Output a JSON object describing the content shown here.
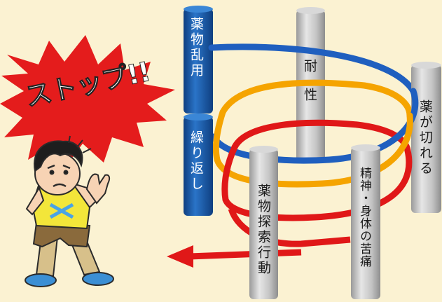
{
  "stop_label": "ストップ!!",
  "pillars": {
    "drug_abuse": "薬物乱用",
    "repeat": "繰り返し",
    "tolerance": "耐性",
    "wearing_off": "薬が切れる",
    "drug_seeking": "薬物探索行動",
    "suffering": "精神・身体の苦痛"
  },
  "colors": {
    "background": "#fbf2d2",
    "spiral_blue": "#1f5fbf",
    "spiral_orange": "#f5a400",
    "spiral_red": "#e01818",
    "burst_red": "#e41c1c",
    "pillar_blue": "#1d5fae",
    "pillar_gray": "#bcbcbc"
  }
}
